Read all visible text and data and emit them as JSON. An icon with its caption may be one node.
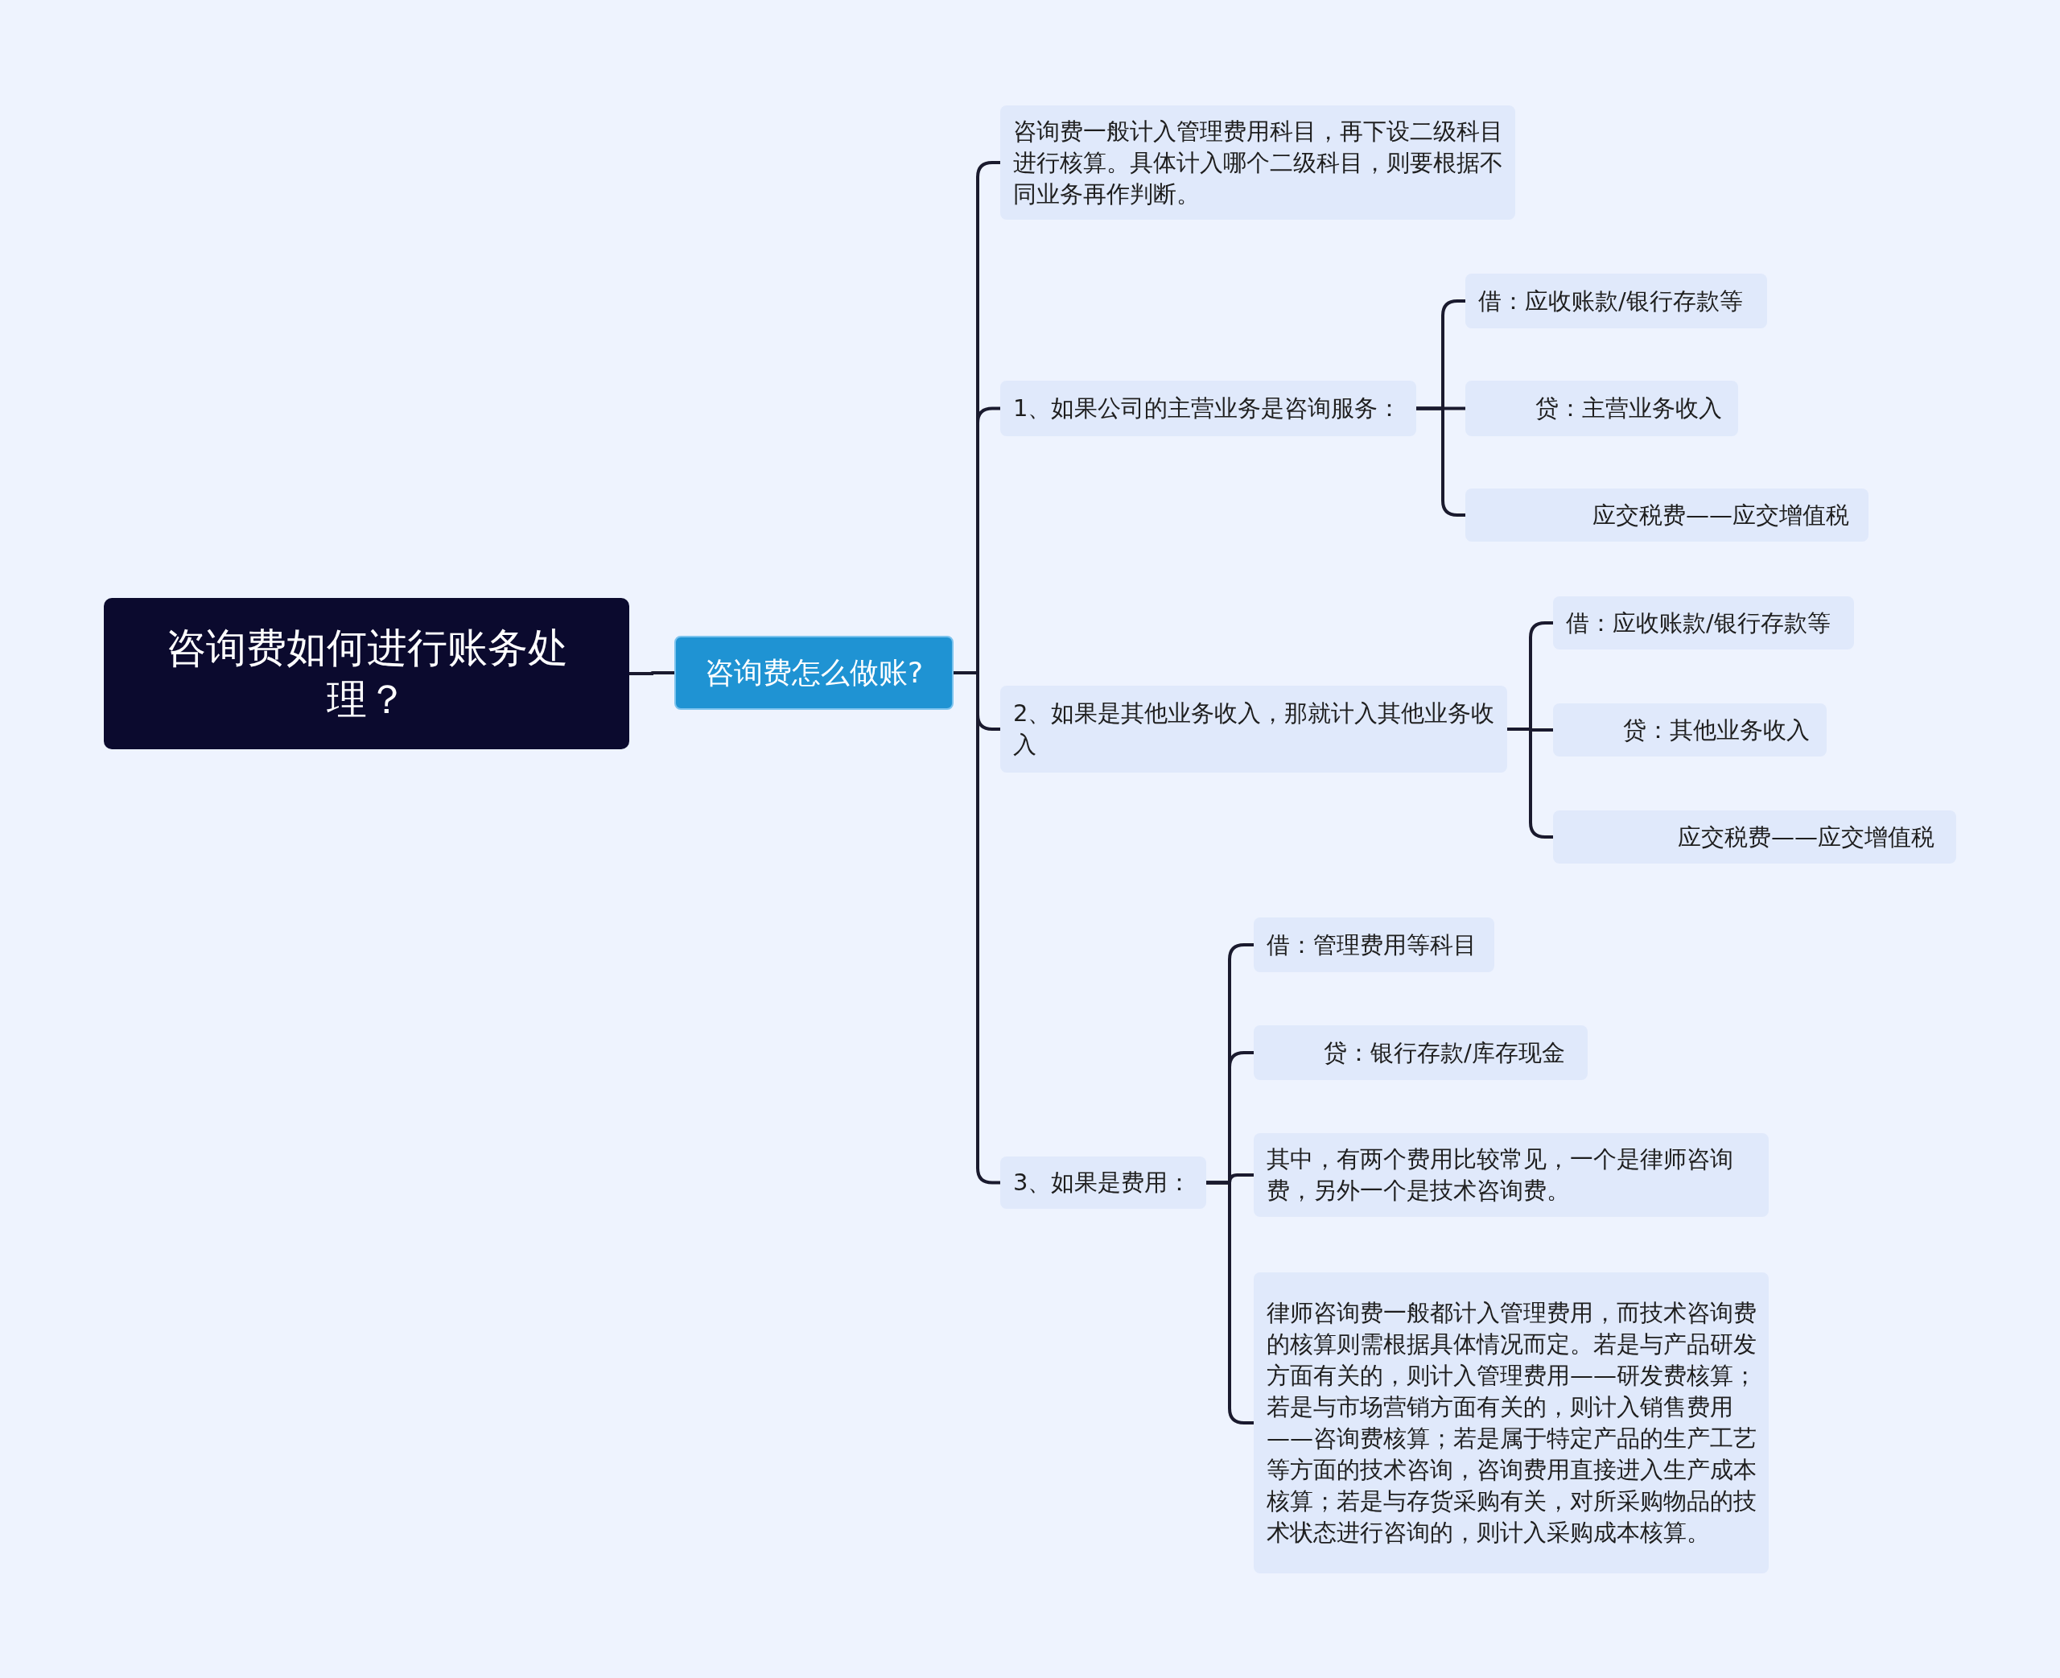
{
  "diagram": {
    "nodes": [
      {
        "text": [
          "咨询费如何进行账务处理？"
        ]
      },
      {
        "text": [
          "咨询费怎么做账?"
        ]
      },
      {
        "text": [
          "咨询费一般计入管理费用科目，再下设二级科目进行核算。具体计入哪个二级科目，则要根据不同业务再作判断。"
        ]
      },
      {
        "text": [
          "1、如果公司的主营业务是咨询服务："
        ]
      },
      {
        "text": [
          "借：应收账款/银行存款等"
        ]
      },
      {
        "text": [
          "贷：主营业务收入"
        ]
      },
      {
        "text": [
          "应交税费——应交增值税"
        ]
      },
      {
        "text": [
          "2、如果是其他业务收入，那就计入其他业务收入"
        ]
      },
      {
        "text": [
          "借：应收账款/银行存款等"
        ]
      },
      {
        "text": [
          "贷：其他业务收入"
        ]
      },
      {
        "text": [
          "应交税费——应交增值税"
        ]
      },
      {
        "text": [
          "3、如果是费用："
        ]
      },
      {
        "text": [
          "借：管理费用等科目"
        ]
      },
      {
        "text": [
          "贷：银行存款/库存现金"
        ]
      },
      {
        "text": [
          "其中，有两个费用比较常见，一个是律师咨询费，另外一个是技术咨询费。"
        ]
      },
      {
        "text": [
          "律师咨询费一般都计入管理费用，而技术咨询费的核算则需根据具体情况而定。若是与产品研发方面有关的，则计入管理费用——研发费核算；若是与市场营销方面有关的，则计入销售费用——咨询费核算；若是属于特定产品的生产工艺等方面的技术咨询，咨询费用直接进入生产成本核算；若是与存货采购有关，对所采购物品的技术状态进行咨询的，则计入采购成本核算。"
        ]
      }
    ],
    "edges": [
      {
        "from": 0,
        "to": 1,
        "arrow": "none"
      },
      {
        "from": 1,
        "to": 2,
        "arrow": "none"
      },
      {
        "from": 1,
        "to": 3,
        "arrow": "none"
      },
      {
        "from": 1,
        "to": 7,
        "arrow": "none"
      },
      {
        "from": 1,
        "to": 11,
        "arrow": "none"
      },
      {
        "from": 3,
        "to": 4,
        "arrow": "none"
      },
      {
        "from": 3,
        "to": 5,
        "arrow": "none"
      },
      {
        "from": 3,
        "to": 6,
        "arrow": "none"
      },
      {
        "from": 7,
        "to": 8,
        "arrow": "none"
      },
      {
        "from": 7,
        "to": 9,
        "arrow": "none"
      },
      {
        "from": 7,
        "to": 10,
        "arrow": "none"
      },
      {
        "from": 11,
        "to": 12,
        "arrow": "none"
      },
      {
        "from": 11,
        "to": 13,
        "arrow": "none"
      },
      {
        "from": 11,
        "to": 14,
        "arrow": "none"
      },
      {
        "from": 11,
        "to": 15,
        "arrow": "none"
      }
    ]
  }
}
